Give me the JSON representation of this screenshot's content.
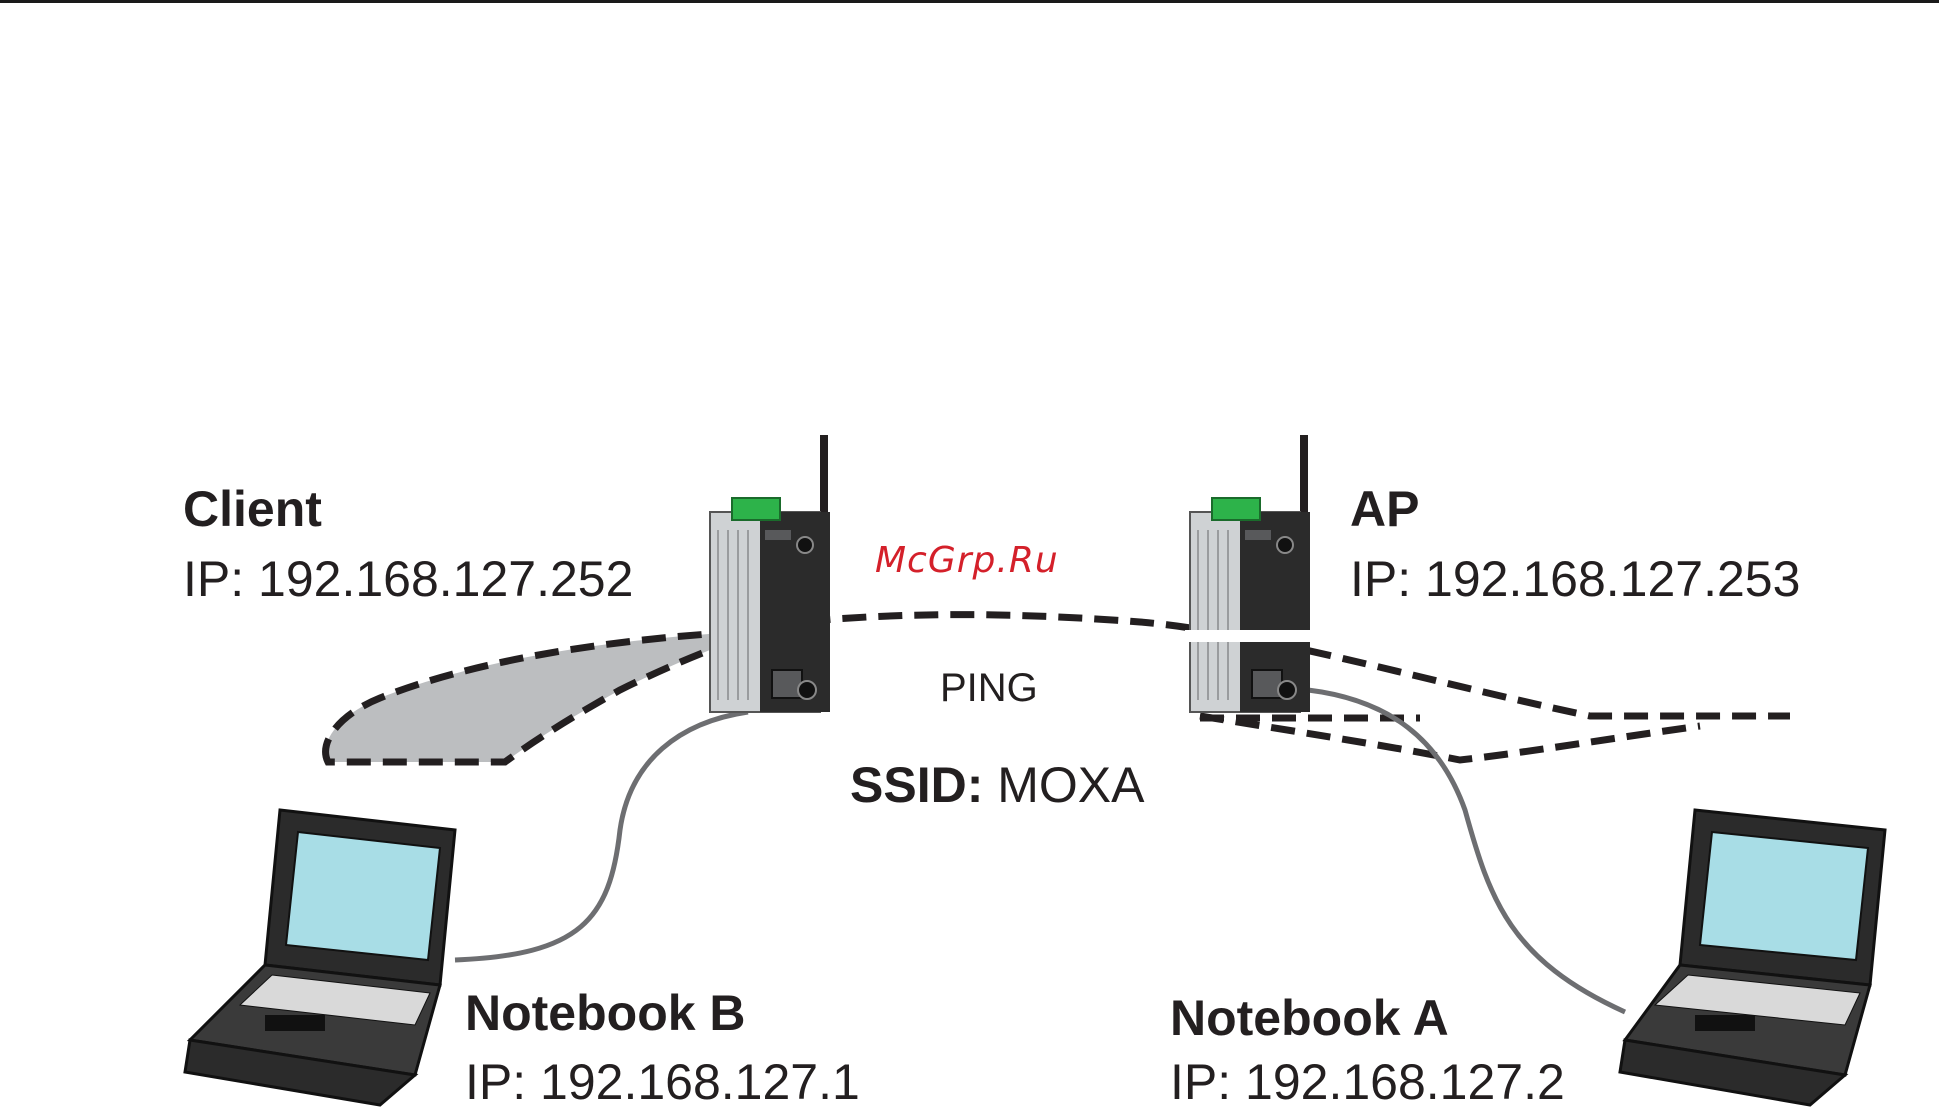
{
  "client": {
    "title": "Client",
    "ip": "IP: 192.168.127.252"
  },
  "ap": {
    "title": "AP",
    "ip": "IP: 192.168.127.253"
  },
  "notebook_b": {
    "title": "Notebook B",
    "ip": "IP: 192.168.127.1"
  },
  "notebook_a": {
    "title": "Notebook A",
    "ip": "IP: 192.168.127.2"
  },
  "link": {
    "ping": "PING",
    "ssid_key": "SSID:",
    "ssid_value": " MOXA"
  },
  "watermark": "McGrp.Ru",
  "colors": {
    "text": "#231f20",
    "cable": "#6d6e71",
    "coverage_fill": "#bcbec0",
    "screen": "#a8dde6",
    "device_body": "#cfd2d4",
    "terminal_green": "#2db34a"
  }
}
